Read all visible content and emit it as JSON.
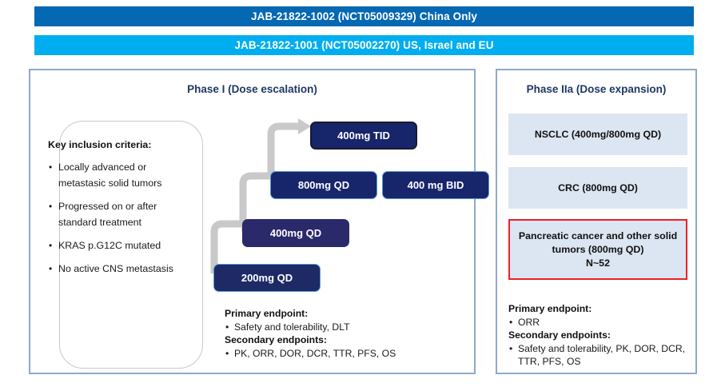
{
  "banners": {
    "china": "JAB-21822-1002 (NCT05009329)  China Only",
    "global": "JAB-21822-1001 (NCT05002270)  US,  Israel and EU"
  },
  "phase1": {
    "title": "Phase I (Dose escalation)",
    "criteria": {
      "heading": "Key inclusion criteria:",
      "items": [
        "Locally advanced or metastasic solid tumors",
        "Progressed on or after standard treatment",
        "KRAS p.G12C mutated",
        "No active CNS metastasis"
      ]
    },
    "dose_levels": [
      {
        "id": "dose-200",
        "label": "200mg QD"
      },
      {
        "id": "dose-400qd",
        "label": "400mg QD"
      },
      {
        "id": "dose-800qd",
        "label": "800mg QD"
      },
      {
        "id": "dose-400tid",
        "label": "400mg TID"
      },
      {
        "id": "dose-400bid",
        "label": "400 mg BID"
      }
    ],
    "endpoints": {
      "primary_heading": "Primary endpoint:",
      "primary_item": "Safety and tolerability,  DLT",
      "secondary_heading": "Secondary endpoints:",
      "secondary_item": "PK, ORR, DOR, DCR, TTR, PFS, OS"
    }
  },
  "phase2": {
    "title": "Phase IIa (Dose expansion)",
    "cohorts": [
      {
        "id": "cohort-nsclc",
        "label": "NSCLC  (400mg/800mg QD)"
      },
      {
        "id": "cohort-crc",
        "label": "CRC (800mg QD)"
      },
      {
        "id": "cohort-pancreatic",
        "label": "Pancreatic cancer and other solid tumors (800mg QD) N~52"
      }
    ],
    "pancreatic_lines": {
      "line1": "Pancreatic cancer and other solid",
      "line2": "tumors (800mg QD)",
      "line3": "N~52"
    },
    "endpoints": {
      "primary_heading": "Primary endpoint:",
      "primary_item": "ORR",
      "secondary_heading": "Secondary endpoints:",
      "secondary_item": "Safety and tolerability, PK, DOR, DCR,",
      "secondary_item_cont": "TTR, PFS, OS"
    }
  },
  "colors": {
    "banner_dark_blue": "#0568B3",
    "banner_light_blue": "#00AEEF",
    "panel_border": "#8FA9C9",
    "dose_navy": "#17256B",
    "dose_purple_navy": "#2A2A6B",
    "cohort_fill": "#DCE6F2",
    "highlight_red": "#E8222A",
    "title_navy": "#1F3864",
    "arrow_gray": "#C9C9C9"
  }
}
